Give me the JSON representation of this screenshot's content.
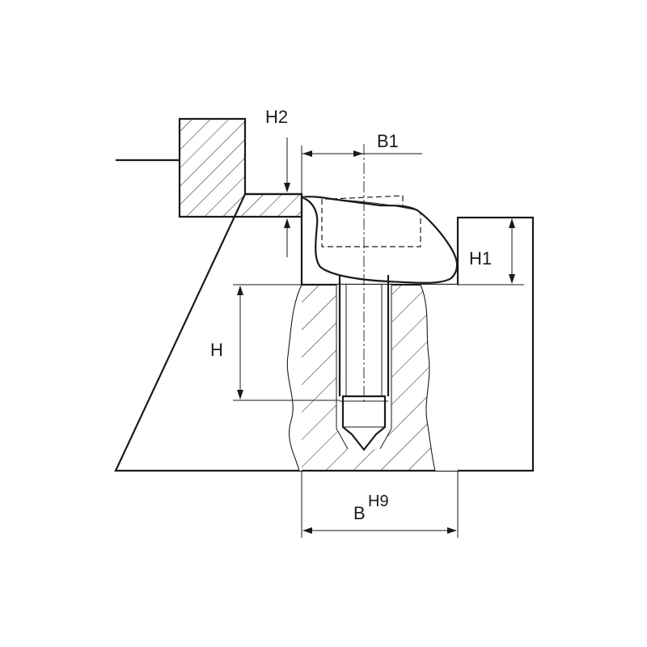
{
  "labels": {
    "H2": "H2",
    "B1": "B1",
    "H1": "H1",
    "H": "H",
    "B": "B",
    "B_tolerance": "H9"
  },
  "colors": {
    "line": "#1a1a1a",
    "background": "#ffffff"
  }
}
